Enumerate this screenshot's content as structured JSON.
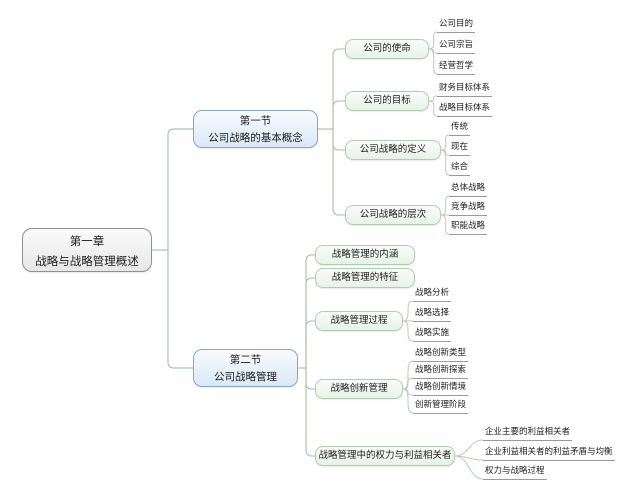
{
  "root": {
    "line1": "第一章",
    "line2": "战略与战略管理概述"
  },
  "sections": [
    {
      "line1": "第一节",
      "line2": "公司战略的基本概念",
      "topics": [
        {
          "label": "公司的使命",
          "children": [
            "公司目的",
            "公司宗旨",
            "经营哲学"
          ]
        },
        {
          "label": "公司的目标",
          "children": [
            "财务目标体系",
            "战略目标体系"
          ]
        },
        {
          "label": "公司战略的定义",
          "children": [
            "传统",
            "现在",
            "综合"
          ]
        },
        {
          "label": "公司战略的层次",
          "children": [
            "总体战略",
            "竞争战略",
            "职能战略"
          ]
        }
      ]
    },
    {
      "line1": "第二节",
      "line2": "公司战略管理",
      "topics": [
        {
          "label": "战略管理的内涵",
          "children": []
        },
        {
          "label": "战略管理的特征",
          "children": []
        },
        {
          "label": "战略管理过程",
          "children": [
            "战略分析",
            "战略选择",
            "战略实施"
          ]
        },
        {
          "label": "战略创新管理",
          "children": [
            "战略创新类型",
            "战略创新探索",
            "战略创新情境",
            "创新管理阶段"
          ]
        },
        {
          "label": "战略管理中的权力与利益相关者",
          "children": [
            "企业主要的利益相关者",
            "企业利益相关者的利益矛盾与均衡",
            "权力与战略过程"
          ]
        }
      ]
    }
  ],
  "colors": {
    "canvas_bg": "#ffffff",
    "root_border": "#8f8f8f",
    "section_border": "#84a8c6",
    "section_fill": "#d9e9f6",
    "topic_border": "#aecdaf",
    "topic_fill": "#e8f3e8",
    "line_root_branch": "#a9bfd3",
    "line_section_topic": "#a5c0a7",
    "line_topic_leaf": "#bdc8bd",
    "leaf_underline": "#9a9a9a",
    "text": "#1c1c1c"
  }
}
